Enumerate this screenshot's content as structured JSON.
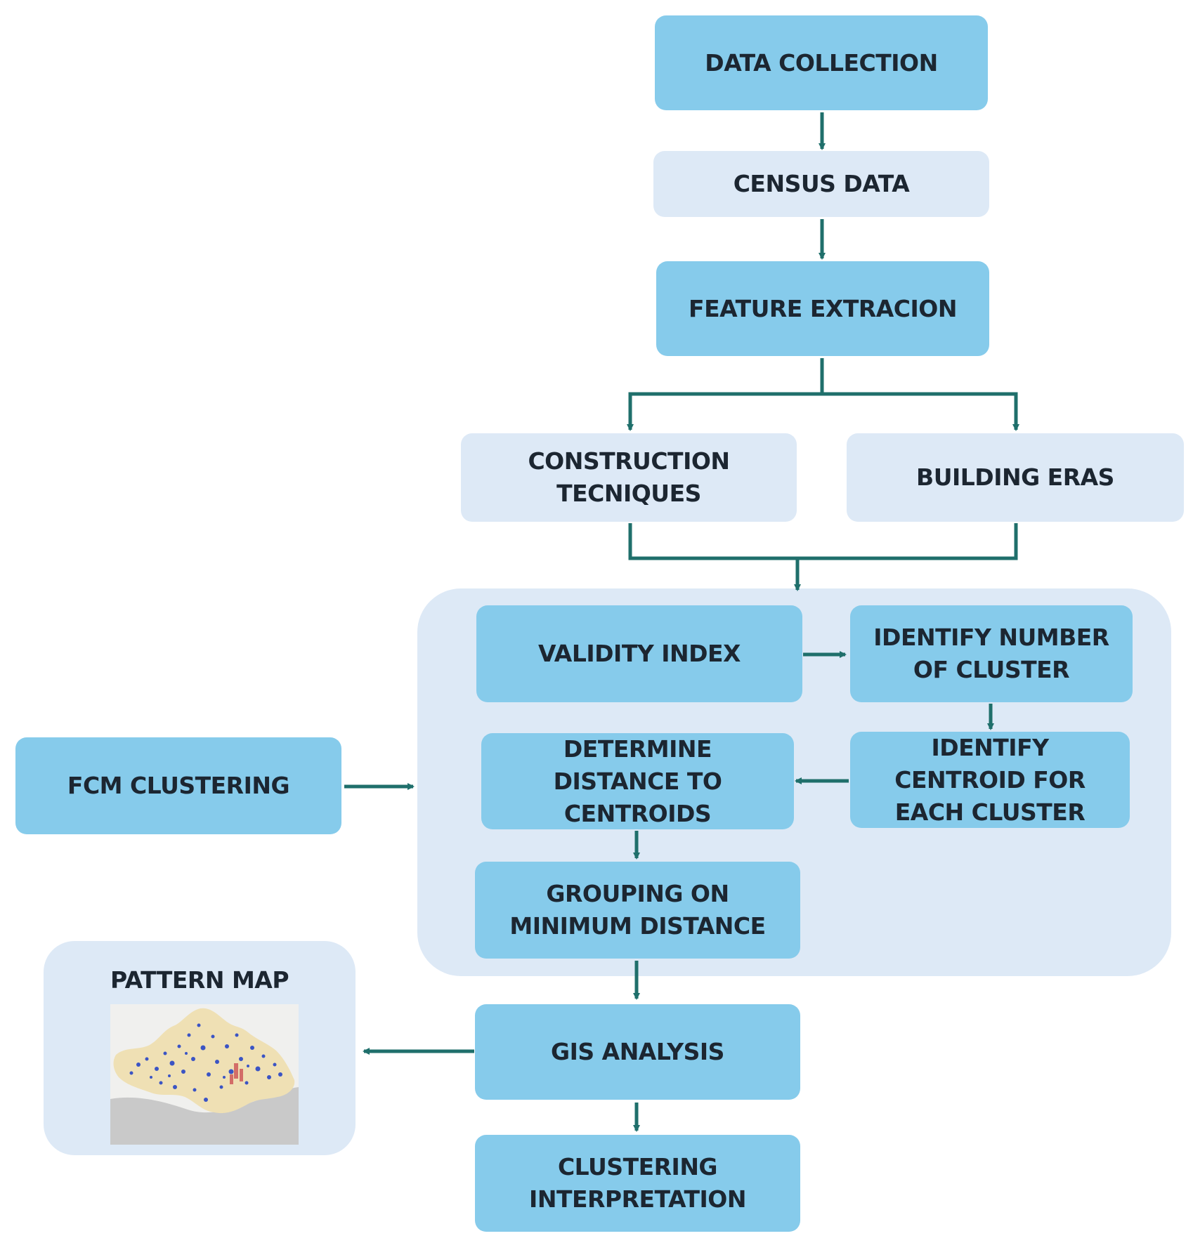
{
  "nodes": {
    "data_collection": "DATA COLLECTION",
    "census_data": "CENSUS DATA",
    "feature_extraction": "FEATURE EXTRACION",
    "construction_techniques": "CONSTRUCTION\nTECNIQUES",
    "building_eras": "BUILDING ERAS",
    "validity_index": "VALIDITY INDEX",
    "identify_number_of_cluster": "IDENTIFY NUMBER\nOF CLUSTER",
    "fcm_clustering": "FCM CLUSTERING",
    "determine_distance": "DETERMINE\nDISTANCE TO\nCENTROIDS",
    "identify_centroid": "IDENTIFY\nCENTROID FOR\nEACH CLUSTER",
    "grouping_min_distance": "GROUPING ON\nMINIMUM DISTANCE",
    "pattern_map": "PATTERN MAP",
    "gis_analysis": "GIS ANALYSIS",
    "clustering_interpretation": "CLUSTERING\nINTERPRETATION"
  },
  "edges": [
    {
      "from": "data_collection",
      "to": "census_data"
    },
    {
      "from": "census_data",
      "to": "feature_extraction"
    },
    {
      "from": "feature_extraction",
      "to": "construction_techniques"
    },
    {
      "from": "feature_extraction",
      "to": "building_eras"
    },
    {
      "from": "construction_techniques",
      "to": "clustering_group"
    },
    {
      "from": "building_eras",
      "to": "clustering_group"
    },
    {
      "from": "fcm_clustering",
      "to": "clustering_group"
    },
    {
      "from": "validity_index",
      "to": "identify_number_of_cluster"
    },
    {
      "from": "identify_number_of_cluster",
      "to": "identify_centroid"
    },
    {
      "from": "identify_centroid",
      "to": "determine_distance"
    },
    {
      "from": "determine_distance",
      "to": "grouping_min_distance"
    },
    {
      "from": "grouping_min_distance",
      "to": "gis_analysis"
    },
    {
      "from": "gis_analysis",
      "to": "pattern_map"
    },
    {
      "from": "gis_analysis",
      "to": "clustering_interpretation"
    }
  ],
  "colors": {
    "dark_box": "#86cbeb",
    "light_box": "#dde9f6",
    "arrow": "#1f6f6b",
    "text": "#1c2631",
    "map_land": "#efe0b4",
    "map_sea": "#c9c9c9",
    "map_dots": "#3b54c4",
    "map_red": "#cf5a5a"
  }
}
